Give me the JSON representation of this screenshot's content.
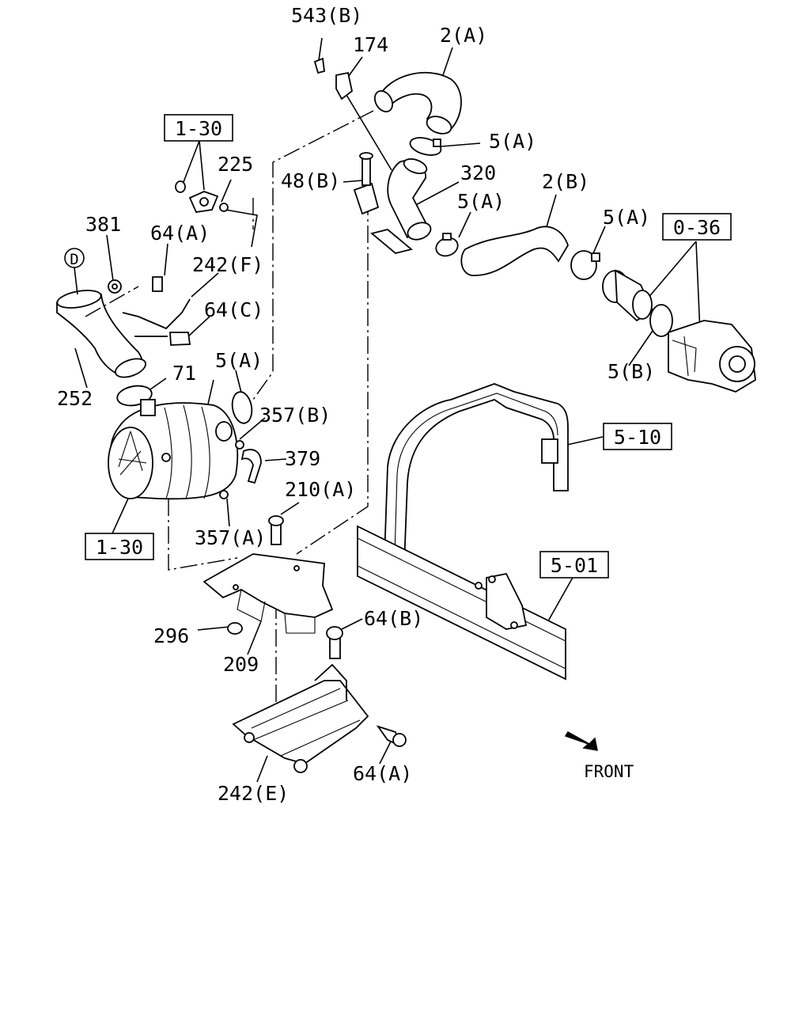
{
  "labels": {
    "l543b": "543(B)",
    "l174": "174",
    "l2a": "2(A)",
    "l5a_top": "5(A)",
    "l48b": "48(B)",
    "l320": "320",
    "l5a_mid": "5(A)",
    "l2b": "2(B)",
    "l5a_right": "5(A)",
    "l225": "225",
    "l381": "381",
    "l64a_top": "64(A)",
    "l242f": "242(F)",
    "l64c": "64(C)",
    "l71": "71",
    "l5a_left": "5(A)",
    "l252": "252",
    "l357b": "357(B)",
    "l379": "379",
    "l210a": "210(A)",
    "l357a": "357(A)",
    "l5b": "5(B)",
    "l296": "296",
    "l209": "209",
    "l64b": "64(B)",
    "l64a_bottom": "64(A)",
    "l242e": "242(E)",
    "front": "FRONT",
    "circle_d": "D"
  },
  "reference_boxes": {
    "ref_1_30_top": "1-30",
    "ref_1_30_bottom": "1-30",
    "ref_0_36": "0-36",
    "ref_5_10": "5-10",
    "ref_5_01": "5-01"
  },
  "icons": {
    "front_arrow": "front-arrow-icon"
  }
}
